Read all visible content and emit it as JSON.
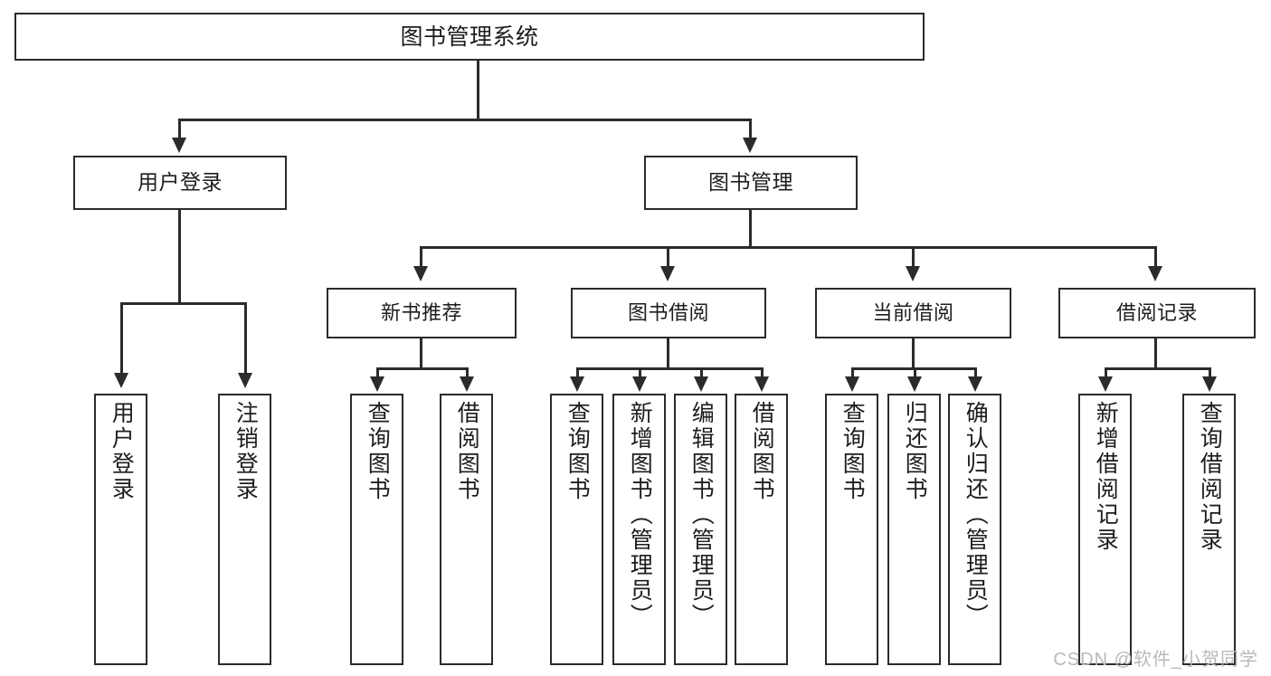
{
  "diagram": {
    "type": "tree",
    "title": "图书管理系统",
    "watermark": "CSDN @软件_小贺同学",
    "accent_color": "#2b2b2b",
    "background_color": "#ffffff",
    "root": {
      "id": "root",
      "label": "图书管理系统"
    },
    "level2": [
      {
        "id": "user-login",
        "label": "用户登录"
      },
      {
        "id": "book-management",
        "label": "图书管理"
      }
    ],
    "level3": [
      {
        "id": "new-book-recommend",
        "label": "新书推荐",
        "parent": "book-management"
      },
      {
        "id": "book-borrow",
        "label": "图书借阅",
        "parent": "book-management"
      },
      {
        "id": "current-borrow",
        "label": "当前借阅",
        "parent": "book-management"
      },
      {
        "id": "borrow-record",
        "label": "借阅记录",
        "parent": "book-management"
      }
    ],
    "leaves": [
      {
        "id": "leaf-user-login",
        "label": "用户登录",
        "parent": "user-login"
      },
      {
        "id": "leaf-logout",
        "label": "注销登录",
        "parent": "user-login"
      },
      {
        "id": "leaf-query-book-1",
        "label": "查询图书",
        "parent": "new-book-recommend"
      },
      {
        "id": "leaf-borrow-book-1",
        "label": "借阅图书",
        "parent": "new-book-recommend"
      },
      {
        "id": "leaf-query-book-2",
        "label": "查询图书",
        "parent": "book-borrow"
      },
      {
        "id": "leaf-add-book",
        "label": "新增图书（管理员）",
        "parent": "book-borrow"
      },
      {
        "id": "leaf-edit-book",
        "label": "编辑图书（管理员）",
        "parent": "book-borrow"
      },
      {
        "id": "leaf-borrow-book-2",
        "label": "借阅图书",
        "parent": "book-borrow"
      },
      {
        "id": "leaf-query-book-3",
        "label": "查询图书",
        "parent": "current-borrow"
      },
      {
        "id": "leaf-return-book",
        "label": "归还图书",
        "parent": "current-borrow"
      },
      {
        "id": "leaf-confirm-return",
        "label": "确认归还（管理员）",
        "parent": "current-borrow"
      },
      {
        "id": "leaf-add-record",
        "label": "新增借阅记录",
        "parent": "borrow-record"
      },
      {
        "id": "leaf-query-record",
        "label": "查询借阅记录",
        "parent": "borrow-record"
      }
    ]
  }
}
